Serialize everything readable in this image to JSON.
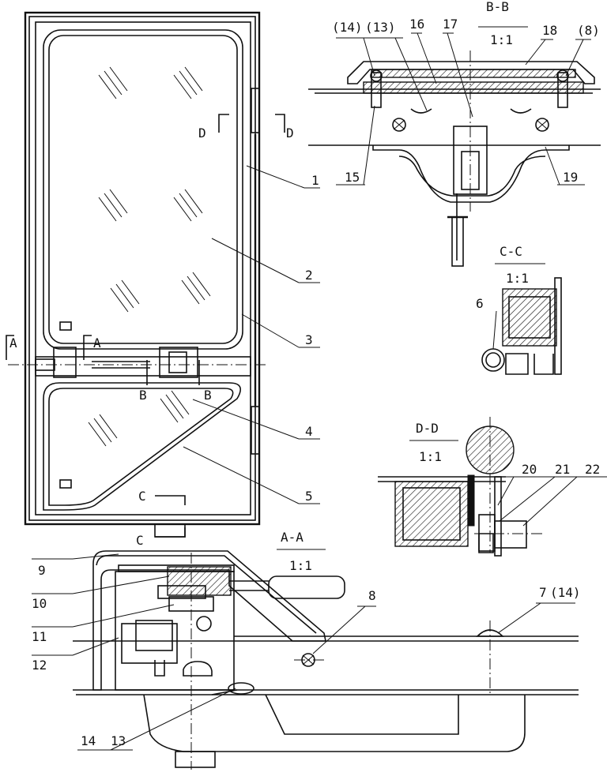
{
  "callouts": {
    "c1": "1",
    "c2": "2",
    "c3": "3",
    "c4": "4",
    "c5": "5",
    "c6": "6",
    "c7": "7",
    "c7b": "(14)",
    "c8": "8",
    "c8b": "(8)",
    "c9": "9",
    "c10": "10",
    "c11": "11",
    "c12": "12",
    "c13a": "13",
    "c14a": "14",
    "c13p": "(13)",
    "c14p": "(14)",
    "c15": "15",
    "c16": "16",
    "c17": "17",
    "c18": "18",
    "c19": "19",
    "c20": "20",
    "c21": "21",
    "c22": "22"
  },
  "sections": {
    "bb_title": "B-B",
    "bb_scale": "1:1",
    "cc_title": "C-C",
    "cc_scale": "1:1",
    "dd_title": "D-D",
    "dd_scale": "1:1",
    "aa_title": "A-A",
    "aa_scale": "1:1"
  },
  "cut_marks": {
    "a_left": "A",
    "a_right": "A",
    "b_left": "B",
    "b_right": "B",
    "c_top": "C",
    "c_bottom": "C",
    "d_left": "D",
    "d_right": "D"
  }
}
